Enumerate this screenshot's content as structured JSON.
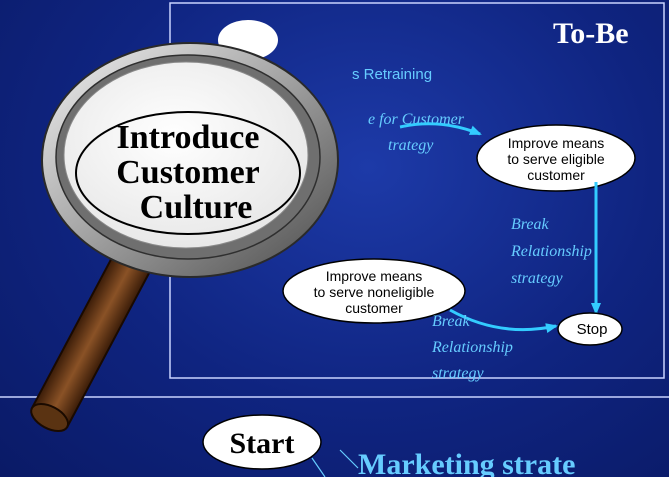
{
  "slide": {
    "title": "To-Be",
    "colors": {
      "background": "#0f2480",
      "panel_border": "#c9d3ff",
      "arrow": "#33ccff",
      "annotation": "#66ccff",
      "node_fill": "#ffffff",
      "node_text": "#000000",
      "heading": "#ffffff",
      "bottom_heading": "#66ccff"
    }
  },
  "flow": {
    "retraining_label": "s Retraining",
    "customer_strategy_label_line1": "e for Customer",
    "customer_strategy_label_line2": "trategy",
    "eligible_node": {
      "line1": "Improve means",
      "line2": "to serve eligible",
      "line3": "customer"
    },
    "break_right": {
      "line1": "Break",
      "line2": "Relationship",
      "line3": "strategy"
    },
    "noneligible_node": {
      "line1": "Improve means",
      "line2": "to serve noneligible",
      "line3": "customer"
    },
    "break_bottom": {
      "line1": "Break",
      "line2": "Relationship",
      "line3": "strategy"
    },
    "stop_node": "Stop"
  },
  "magnifier": {
    "line1": "Introduce",
    "line2": "Customer",
    "line3": "Culture",
    "icon": "magnifying-glass-icon"
  },
  "bottom": {
    "start_node": "Start",
    "heading": "Marketing strate"
  }
}
